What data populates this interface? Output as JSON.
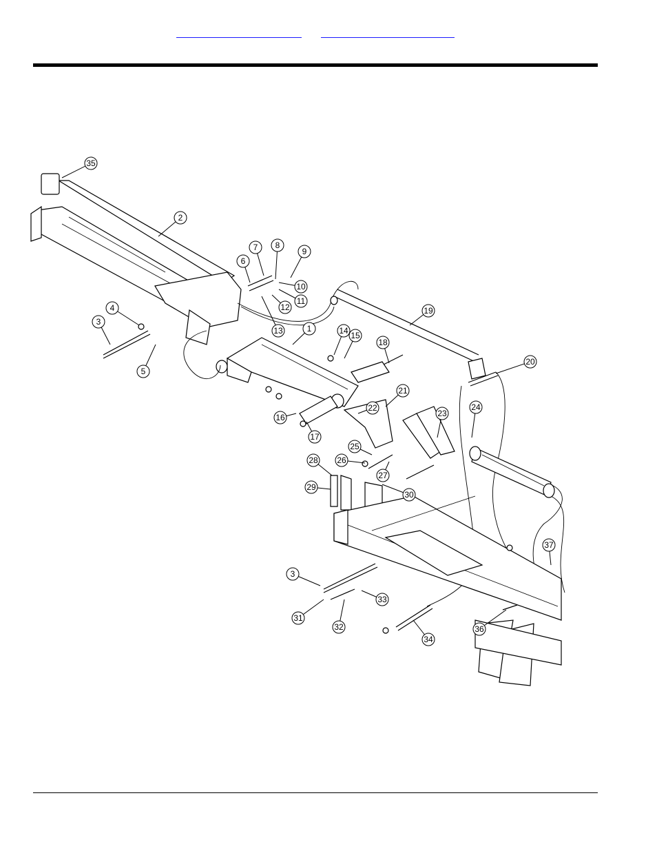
{
  "header": {
    "links": [
      "",
      ""
    ]
  },
  "callouts": [
    {
      "n": "35"
    },
    {
      "n": "2"
    },
    {
      "n": "7"
    },
    {
      "n": "8"
    },
    {
      "n": "9"
    },
    {
      "n": "6"
    },
    {
      "n": "10"
    },
    {
      "n": "11"
    },
    {
      "n": "12"
    },
    {
      "n": "13"
    },
    {
      "n": "4"
    },
    {
      "n": "3"
    },
    {
      "n": "5"
    },
    {
      "n": "1"
    },
    {
      "n": "19"
    },
    {
      "n": "14"
    },
    {
      "n": "15"
    },
    {
      "n": "18"
    },
    {
      "n": "20"
    },
    {
      "n": "21"
    },
    {
      "n": "22"
    },
    {
      "n": "16"
    },
    {
      "n": "17"
    },
    {
      "n": "23"
    },
    {
      "n": "24"
    },
    {
      "n": "25"
    },
    {
      "n": "26"
    },
    {
      "n": "27"
    },
    {
      "n": "28"
    },
    {
      "n": "29"
    },
    {
      "n": "30"
    },
    {
      "n": "37"
    },
    {
      "n": "3"
    },
    {
      "n": "33"
    },
    {
      "n": "31"
    },
    {
      "n": "32"
    },
    {
      "n": "34"
    },
    {
      "n": "36"
    }
  ]
}
